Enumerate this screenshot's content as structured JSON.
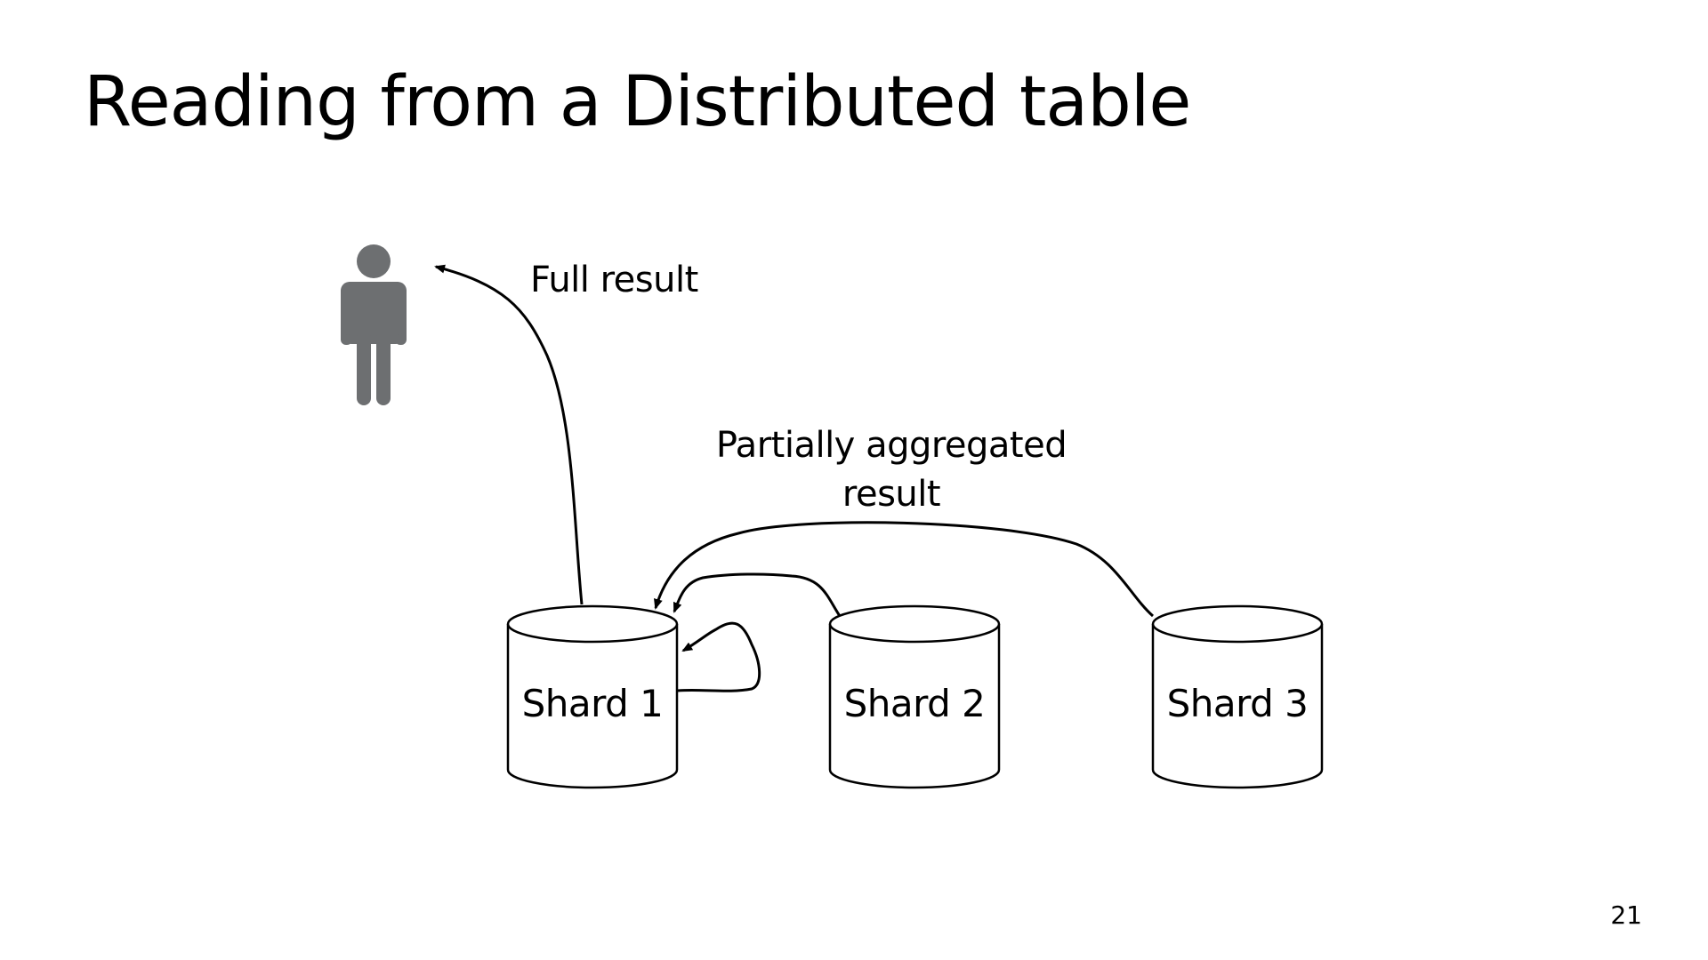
{
  "title": "Reading from a Distributed table",
  "labels": {
    "full_result": "Full result",
    "partial_line1": "Partially aggregated",
    "partial_line2": "result"
  },
  "shards": [
    {
      "label": "Shard 1"
    },
    {
      "label": "Shard 2"
    },
    {
      "label": "Shard 3"
    }
  ],
  "icons": {
    "user": "person-icon"
  },
  "colors": {
    "person": "#6d6f71",
    "stroke": "#000000"
  },
  "page_number": "21"
}
